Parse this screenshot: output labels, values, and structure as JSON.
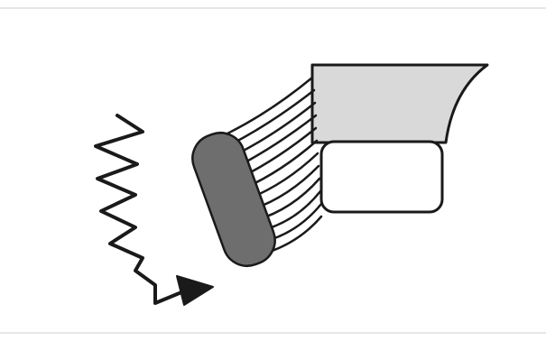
{
  "figure": {
    "colors": {
      "background": "#ffffff",
      "frame_line": "#e6e6e6",
      "stroke": "#1a1a1a",
      "block_fill": "#d9d9d9",
      "pad_fill": "#ffffff",
      "handle_fill": "#6e6e6e"
    },
    "icons": {
      "wave": "zigzag-wave-arrow",
      "bristles": "fanned-curved-lines",
      "handle": "rounded-dark-bar",
      "block": "shaded-tapered-block",
      "pad": "rounded-white-rectangle"
    }
  }
}
